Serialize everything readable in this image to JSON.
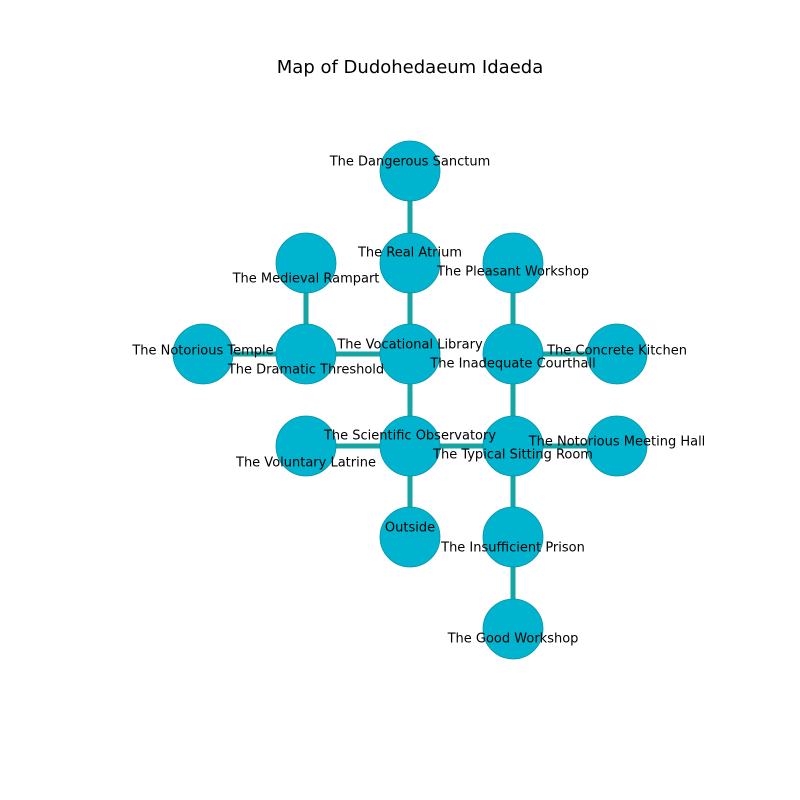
{
  "title": "Map of Dudohedaeum Idaeda",
  "colors": {
    "node_fill": "#00b4cf",
    "node_stroke": "#0a90a6",
    "edge": "#16a5a5",
    "background": "#ffffff",
    "text": "#000000"
  },
  "rooms": [
    {
      "id": "dangerous_sanctum",
      "label": "The Dangerous Sanctum"
    },
    {
      "id": "real_atrium",
      "label": "The Real Atrium"
    },
    {
      "id": "medieval_rampart",
      "label": "The Medieval Rampart"
    },
    {
      "id": "pleasant_workshop",
      "label": "The Pleasant Workshop"
    },
    {
      "id": "notorious_temple",
      "label": "The Notorious Temple"
    },
    {
      "id": "dramatic_threshold",
      "label": "The Dramatic Threshold"
    },
    {
      "id": "vocational_library",
      "label": "The Vocational Library"
    },
    {
      "id": "inadequate_courthall",
      "label": "The Inadequate Courthall"
    },
    {
      "id": "concrete_kitchen",
      "label": "The Concrete Kitchen"
    },
    {
      "id": "voluntary_latrine",
      "label": "The Voluntary Latrine"
    },
    {
      "id": "scientific_observatory",
      "label": "The Scientific Observatory"
    },
    {
      "id": "typical_sitting_room",
      "label": "The Typical Sitting Room"
    },
    {
      "id": "notorious_meeting_hall",
      "label": "The Notorious Meeting Hall"
    },
    {
      "id": "outside",
      "label": "Outside"
    },
    {
      "id": "insufficient_prison",
      "label": "The Insufficient Prison"
    },
    {
      "id": "good_workshop",
      "label": "The Good Workshop"
    }
  ],
  "connections": [
    [
      "dangerous_sanctum",
      "real_atrium"
    ],
    [
      "real_atrium",
      "vocational_library"
    ],
    [
      "medieval_rampart",
      "dramatic_threshold"
    ],
    [
      "notorious_temple",
      "dramatic_threshold"
    ],
    [
      "dramatic_threshold",
      "vocational_library"
    ],
    [
      "vocational_library",
      "scientific_observatory"
    ],
    [
      "pleasant_workshop",
      "inadequate_courthall"
    ],
    [
      "inadequate_courthall",
      "concrete_kitchen"
    ],
    [
      "inadequate_courthall",
      "typical_sitting_room"
    ],
    [
      "voluntary_latrine",
      "scientific_observatory"
    ],
    [
      "scientific_observatory",
      "typical_sitting_room"
    ],
    [
      "scientific_observatory",
      "outside"
    ],
    [
      "typical_sitting_room",
      "notorious_meeting_hall"
    ],
    [
      "typical_sitting_room",
      "insufficient_prison"
    ],
    [
      "insufficient_prison",
      "good_workshop"
    ]
  ]
}
